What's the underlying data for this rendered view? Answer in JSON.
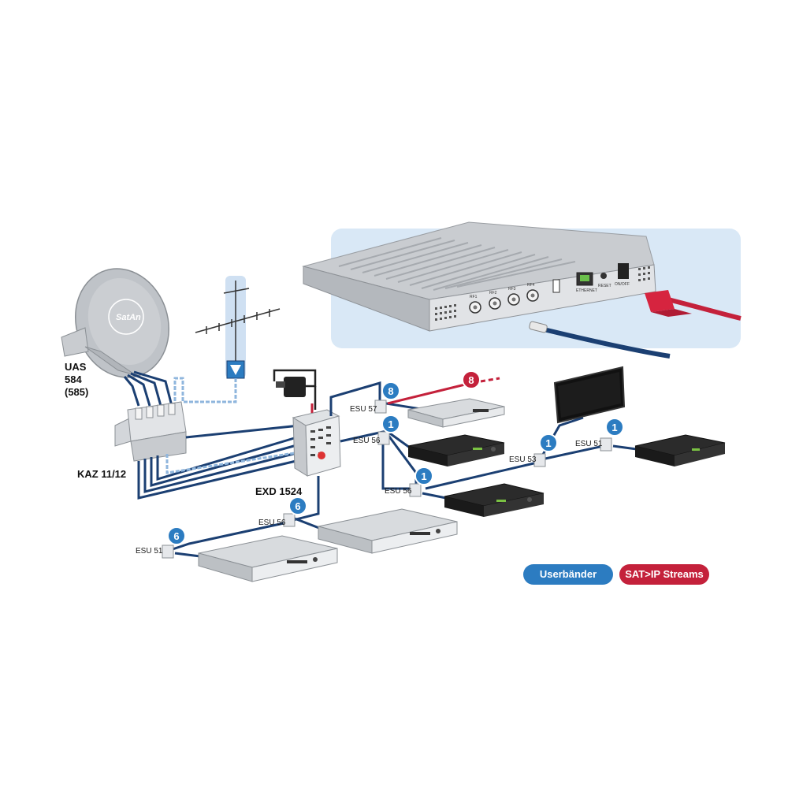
{
  "labels": {
    "dish_model": [
      "UAS",
      "584",
      "(585)"
    ],
    "dish_brand": "SatAn",
    "multiswitch": "KAZ 11/12",
    "extender": "EXD 1524"
  },
  "sockets": {
    "esu57": "ESU 57",
    "esu56_top": "ESU 56",
    "esu56_mid": "ESU 56",
    "esu53": "ESU 53",
    "esu51_right": "ESU 51",
    "esu56_bottom": "ESU 56",
    "esu51_bottom": "ESU 51"
  },
  "badges": {
    "esu57": "8",
    "sat_ip": "8",
    "esu56_top": "1",
    "esu56_mid": "1",
    "esu53": "1",
    "esu51_right": "1",
    "esu56_bottom": "6",
    "esu51_bottom": "6"
  },
  "device_ports": {
    "rf1": "RF1",
    "rf2": "RF2",
    "rf3": "RF3",
    "rf4": "RF4",
    "ethernet": "ETHERNET",
    "reset": "RESET",
    "on_off": "ON/OFF"
  },
  "legend": {
    "userbands": "Userbänder",
    "satip": "SAT>IP Streams"
  },
  "colors": {
    "cable_blue": "#1b3f72",
    "ip_red": "#c4213b",
    "badge_blue": "#2c7cc1",
    "panel_bg": "#d9e8f6",
    "terrestrial_dash": "#8fb6dd"
  }
}
